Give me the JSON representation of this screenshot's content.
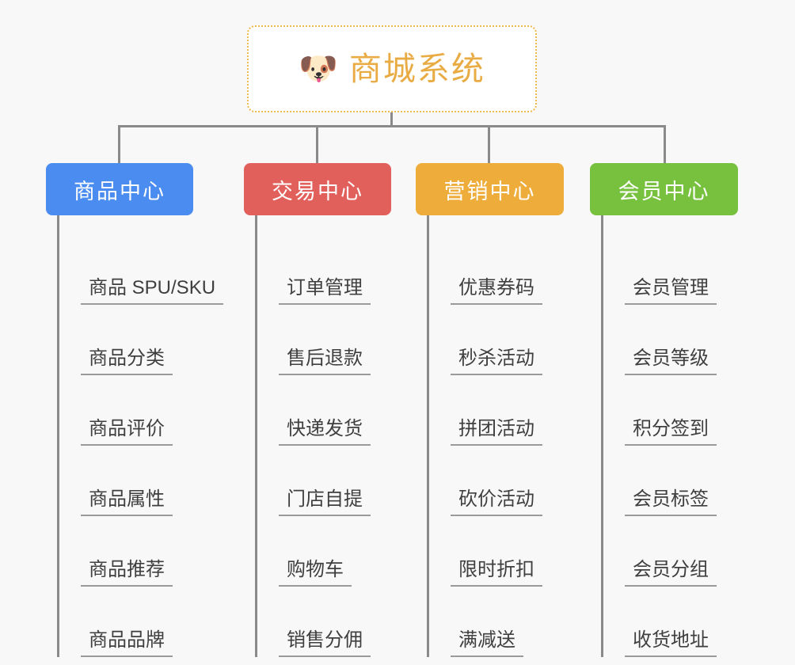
{
  "page": {
    "background_color": "#f8f8f8",
    "line_color": "#8a8a8a"
  },
  "root": {
    "icon": "dog-face-emoji",
    "emoji": "🐶",
    "title": "商城系统",
    "text_color": "#e9ac45",
    "border_color": "#edb84a",
    "background_color": "#ffffff"
  },
  "categories": [
    {
      "label": "商品中心",
      "color": "#4a8cf0",
      "items": [
        "商品 SPU/SKU",
        "商品分类",
        "商品评价",
        "商品属性",
        "商品推荐",
        "商品品牌"
      ]
    },
    {
      "label": "交易中心",
      "color": "#e2605c",
      "items": [
        "订单管理",
        "售后退款",
        "快递发货",
        "门店自提",
        "购物车",
        "销售分佣"
      ]
    },
    {
      "label": "营销中心",
      "color": "#eead3a",
      "items": [
        "优惠券码",
        "秒杀活动",
        "拼团活动",
        "砍价活动",
        "限时折扣",
        "满减送"
      ]
    },
    {
      "label": "会员中心",
      "color": "#77c13f",
      "items": [
        "会员管理",
        "会员等级",
        "积分签到",
        "会员标签",
        "会员分组",
        "收货地址"
      ]
    }
  ]
}
